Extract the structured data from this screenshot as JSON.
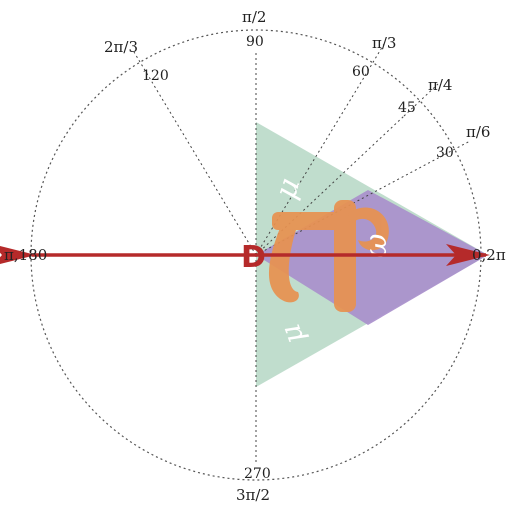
{
  "diagram": {
    "axis_labels": {
      "top": "π/2",
      "bottom": "3π/2",
      "left": "π,180",
      "right": "0,2π",
      "upper_left": "2π/3",
      "pi_over_3": "π/3",
      "pi_over_4": "π/4",
      "pi_over_6": "π/6"
    },
    "degree_labels": {
      "d90": "90",
      "d120": "120",
      "d60": "60",
      "d45": "45",
      "d30": "30",
      "d270": "270"
    },
    "center_letter": "D",
    "shape_glyphs": {
      "mu_upper": "μ",
      "mu_lower": "μ",
      "omega": "ω",
      "pi": "π"
    },
    "colors": {
      "circle": "#555555",
      "arrow": "#b52a2a",
      "teal_triangle": "#b9d9c8",
      "purple_triangle": "#a98fcc",
      "orange_glyph": "#e89250"
    }
  }
}
